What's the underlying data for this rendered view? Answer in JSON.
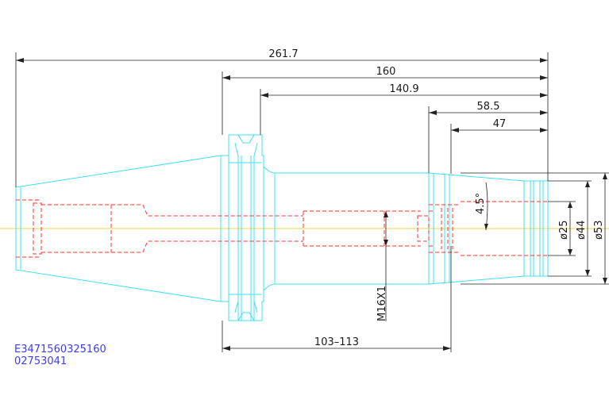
{
  "colors": {
    "outline": "#3fe0f0",
    "hidden": "#ff3030",
    "dimension": "#222222",
    "axis": "#f2d34a",
    "code_text": "#3a3aff"
  },
  "dimensions": {
    "overall_length": "261.7",
    "length_160": "160",
    "length_140_9": "140.9",
    "length_58_5": "58.5",
    "length_47": "47",
    "clamp_range": "103–113",
    "angle": "4.5°",
    "thread": "M16X1",
    "dia_25": "ø25",
    "dia_44": "ø44",
    "dia_53": "ø53"
  },
  "codes": {
    "article": "E3471560325160",
    "number": "02753041"
  }
}
